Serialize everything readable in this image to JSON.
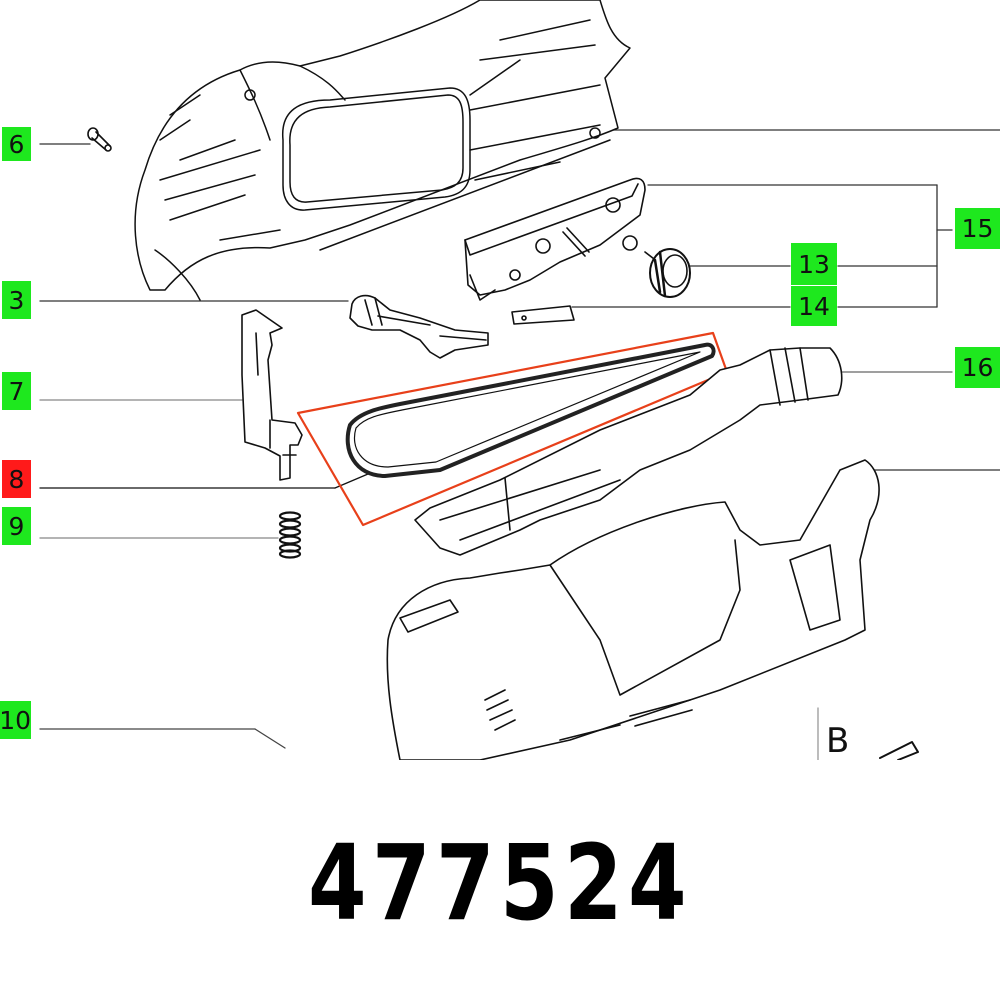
{
  "part_number": "477524",
  "highlight_color": "#e8401a",
  "callouts": [
    {
      "id": "6",
      "label": "6",
      "color": "#1ee81e",
      "status": "available"
    },
    {
      "id": "3",
      "label": "3",
      "color": "#1ee81e",
      "status": "available"
    },
    {
      "id": "7",
      "label": "7",
      "color": "#1ee81e",
      "status": "available"
    },
    {
      "id": "8",
      "label": "8",
      "color": "#ff1a1a",
      "status": "selected"
    },
    {
      "id": "9",
      "label": "9",
      "color": "#1ee81e",
      "status": "available"
    },
    {
      "id": "10",
      "label": "10",
      "color": "#1ee81e",
      "status": "available"
    },
    {
      "id": "13",
      "label": "13",
      "color": "#1ee81e",
      "status": "available"
    },
    {
      "id": "14",
      "label": "14",
      "color": "#1ee81e",
      "status": "available"
    },
    {
      "id": "15",
      "label": "15",
      "color": "#1ee81e",
      "status": "available"
    },
    {
      "id": "16",
      "label": "16",
      "color": "#1ee81e",
      "status": "available"
    }
  ],
  "section_marker": "B",
  "parts_depicted": [
    "screw",
    "upper-housing-shell",
    "switch-lever",
    "bracket",
    "drive-belt",
    "spring",
    "belt-cover",
    "switch-carrier",
    "adjustment-knob",
    "spring-clip",
    "extraction-nozzle",
    "motor-housing"
  ]
}
